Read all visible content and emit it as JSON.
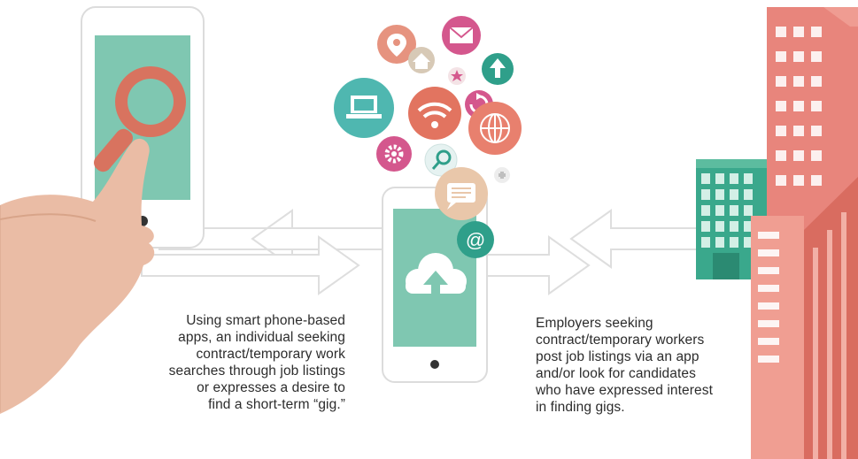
{
  "captions": {
    "worker": [
      "Using smart phone-based",
      "apps, an individual seeking",
      "contract/temporary work",
      "searches through job listings",
      "or expresses a desire to",
      "find a short-term “gig.”"
    ],
    "employer": [
      "Employers seeking",
      "contract/temporary workers",
      "post job listings via an app",
      "and/or look for candidates",
      "who have expressed interest",
      "in finding gigs."
    ]
  },
  "icon_bubbles": {
    "email_symbol": "@"
  },
  "colors": {
    "screen": "#7fc7b1",
    "coral": "#d8735f",
    "pink_building": "#e8857c",
    "green_building": "#3aa88c",
    "arrow_outline": "#dcdcdc"
  }
}
